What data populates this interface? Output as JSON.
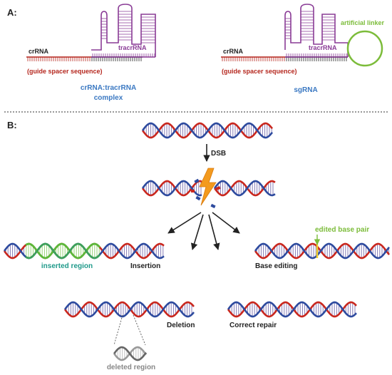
{
  "panel_a": {
    "label": "A:",
    "left": {
      "crrna": "crRNA",
      "tracrrna": "tracrRNA",
      "guide": "(guide spacer sequence)",
      "caption_line1": "crRNA:tracrRNA",
      "caption_line2": "complex"
    },
    "right": {
      "crrna": "crRNA",
      "tracrrna": "tracrRNA",
      "guide": "(guide spacer sequence)",
      "linker": "artificial linker",
      "caption": "sgRNA"
    }
  },
  "panel_b": {
    "label": "B:",
    "dsb": "DSB",
    "inserted_region": "inserted region",
    "insertion": "Insertion",
    "edited_base_pair": "edited base pair",
    "base_editing": "Base editing",
    "deletion": "Deletion",
    "deleted_region": "deleted region",
    "correct_repair": "Correct repair"
  },
  "colors": {
    "rna_red": "#b5271e",
    "rna_dark": "#222222",
    "tracr_purple": "#8a3c96",
    "linker_green": "#7cbc3a",
    "caption_blue": "#3a78c2",
    "dna_red": "#c9271e",
    "dna_blue": "#2d4a9e",
    "insert_green": "#5cb83a",
    "insert_text": "#1f9a8a",
    "bolt_orange": "#f39a1e",
    "deleted_gray": "#888888"
  }
}
